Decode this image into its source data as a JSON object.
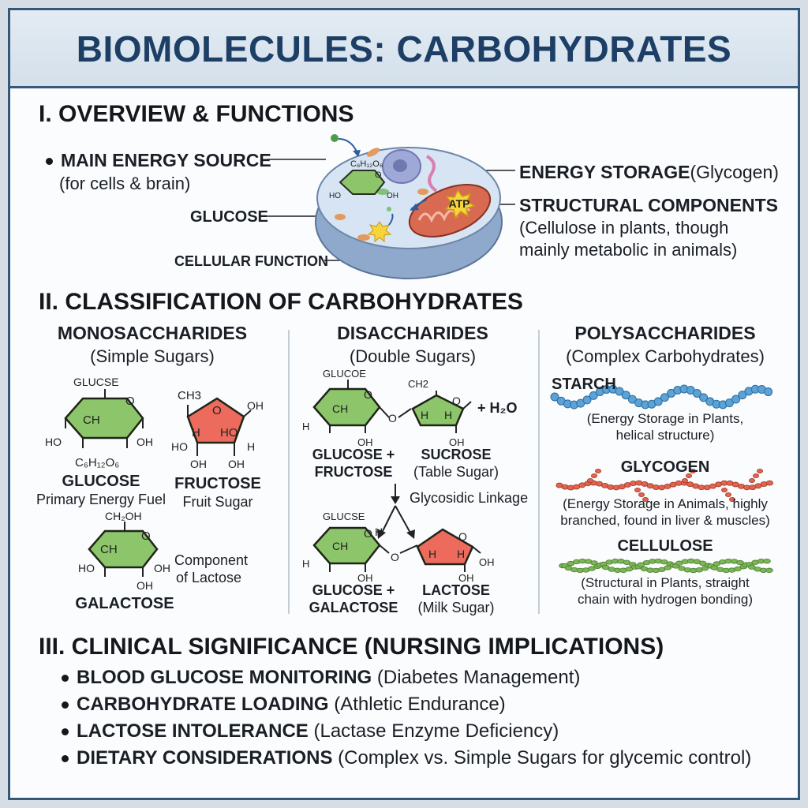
{
  "title": "BIOMOLECULES: CARBOHYDRATES",
  "sections": {
    "overview": {
      "heading": "I. OVERVIEW & FUNCTIONS",
      "main_energy_title": "MAIN ENERGY SOURCE",
      "main_energy_sub": "(for cells & brain)",
      "glucose_label": "GLUCOSE",
      "cellular_function_label": "CELLULAR FUNCTION",
      "ring_formula": "C₆H₁₂O₆",
      "atp_label": "ATP",
      "energy_storage_title": "ENERGY STORAGE",
      "energy_storage_sub": "(Glycogen)",
      "structural_title": "STRUCTURAL COMPONENTS",
      "structural_sub_1": "(Cellulose in plants, though",
      "structural_sub_2": "mainly metabolic in animals)"
    },
    "classification": {
      "heading": "II. CLASSIFICATION OF CARBOHYDRATES",
      "mono": {
        "title": "MONOSACCHARIDES",
        "subtitle": "(Simple Sugars)",
        "glucose_ring_top": "GLUCSE",
        "glucose_ring_formula": "C₆H₁₂O₆",
        "glucose_name": "GLUCOSE",
        "glucose_desc": "Primary Energy Fuel",
        "fructose_top": "CH3",
        "fructose_name": "FRUCTOSE",
        "fructose_desc": "Fruit Sugar",
        "galactose_top": "CH₂OH",
        "galactose_name": "GALACTOSE",
        "galactose_desc_1": "Component",
        "galactose_desc_2": "of Lactose"
      },
      "di": {
        "title": "DISACCHARIDES",
        "subtitle": "(Double Sugars)",
        "sucrose_ring_top": "GLUCOE",
        "sucrose_ring_top2": "CH2",
        "water": "+ H₂O",
        "pair1_line1": "GLUCOSE +",
        "pair1_line2": "FRUCTOSE",
        "sucrose_name": "SUCROSE",
        "sucrose_desc": "(Table Sugar)",
        "linkage": "Glycosidic Linkage",
        "lactose_ring_top": "GLUCSE",
        "pair2_line1": "GLUCOSE +",
        "pair2_line2": "GALACTOSE",
        "lactose_name": "LACTOSE",
        "lactose_desc": "(Milk Sugar)"
      },
      "poly": {
        "title": "POLYSACCHARIDES",
        "subtitle": "(Complex Carbohydrates)",
        "starch_name": "STARCH",
        "starch_desc_1": "(Energy Storage in Plants,",
        "starch_desc_2": "helical structure)",
        "glycogen_name": "GLYCOGEN",
        "glycogen_desc_1": "(Energy Storage in Animals, highly",
        "glycogen_desc_2": "branched, found in liver & muscles)",
        "cellulose_name": "CELLULOSE",
        "cellulose_desc_1": "(Structural in Plants, straight",
        "cellulose_desc_2": "chain with hydrogen bonding)"
      }
    },
    "clinical": {
      "heading": "III. CLINICAL SIGNIFICANCE (NURSING IMPLICATIONS)",
      "items": [
        {
          "bold": "BLOOD GLUCOSE MONITORING",
          "rest": " (Diabetes Management)"
        },
        {
          "bold": "CARBOHYDRATE LOADING",
          "rest": " (Athletic Endurance)"
        },
        {
          "bold": "LACTOSE INTOLERANCE",
          "rest": " (Lactase Enzyme Deficiency)"
        },
        {
          "bold": "DIETARY CONSIDERATIONS",
          "rest": " (Complex vs. Simple Sugars for glycemic control)"
        }
      ]
    }
  },
  "ring_atoms": {
    "o": "O",
    "oh": "OH",
    "ho": "HO",
    "h": "H",
    "ch": "CH"
  },
  "colors": {
    "title": "#1d3f66",
    "border": "#34577a",
    "ring_green": "#8cc56a",
    "ring_red": "#ec6b5c",
    "starch_blue": "#5aa2d8",
    "glycogen_red": "#e2634e",
    "cellulose_green": "#7bb556"
  }
}
